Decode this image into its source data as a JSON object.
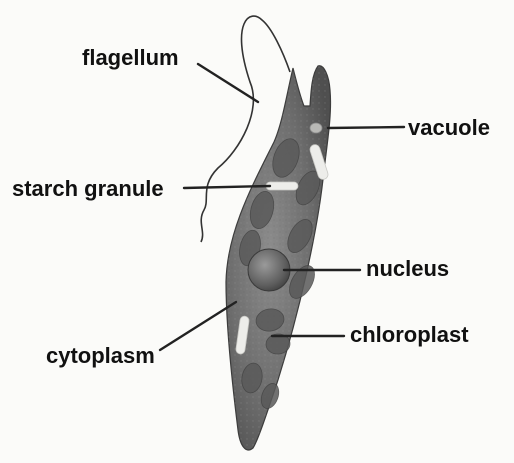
{
  "diagram": {
    "labels": {
      "flagellum": "flagellum",
      "vacuole": "vacuole",
      "starch_granule": "starch granule",
      "nucleus": "nucleus",
      "chloroplast": "chloroplast",
      "cytoplasm": "cytoplasm"
    }
  }
}
